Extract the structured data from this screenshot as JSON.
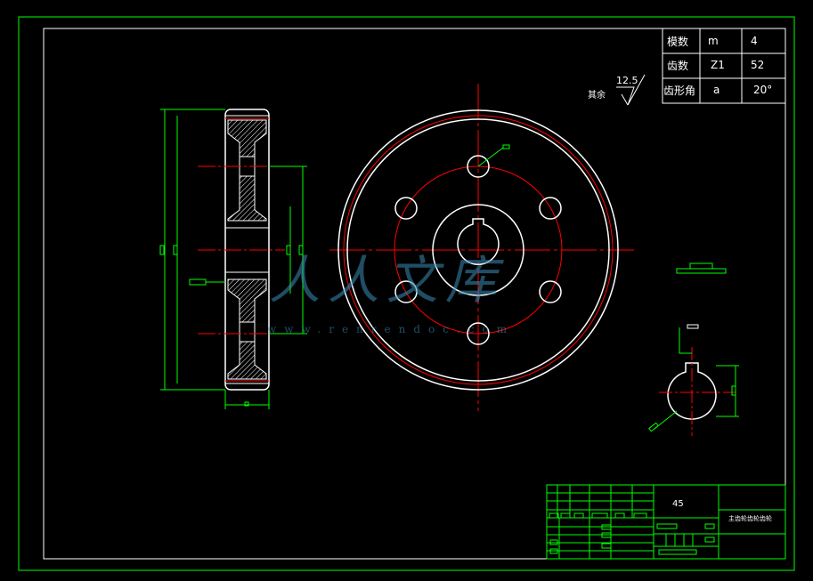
{
  "colors": {
    "background": "#000000",
    "frame": "#00ff00",
    "lines": "#ffffff",
    "center_lines": "#ff0000",
    "dimensions": "#00ff00",
    "watermark": "#3a8fb8"
  },
  "gear_params": [
    {
      "name": "模数",
      "symbol": "m",
      "value": "4"
    },
    {
      "name": "齿数",
      "symbol": "Z1",
      "value": "52"
    },
    {
      "name": "齿形角",
      "symbol": "a",
      "value": "20°"
    }
  ],
  "roughness": {
    "label": "其余",
    "value": "12.5"
  },
  "title_block": {
    "material": "45",
    "drawing_name": "主齿轮齿轮齿轮"
  },
  "watermark": {
    "main": "人人文库",
    "url": "www.renrendoc.com"
  }
}
